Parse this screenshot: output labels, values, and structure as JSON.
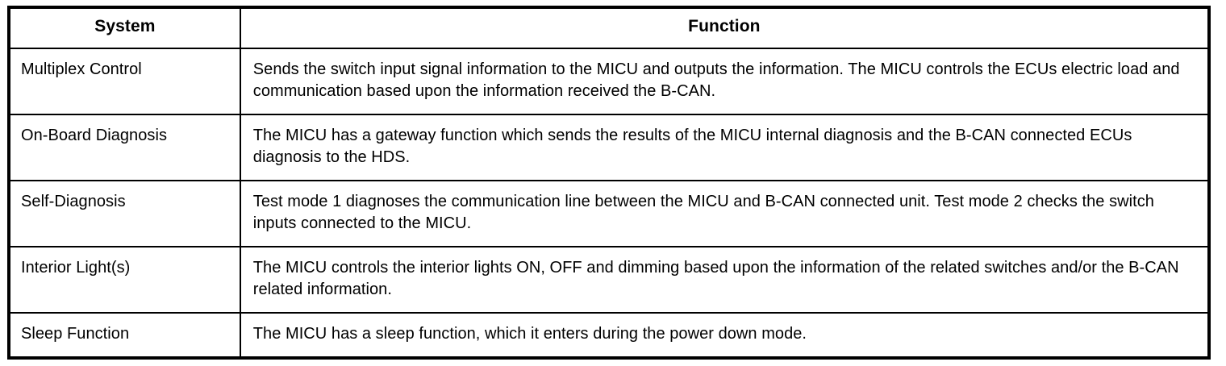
{
  "table": {
    "columns": [
      {
        "key": "system",
        "label": "System",
        "align": "center"
      },
      {
        "key": "function",
        "label": "Function",
        "align": "center"
      }
    ],
    "rows": [
      {
        "system": "Multiplex Control",
        "function": "Sends the switch input signal information to the MICU and outputs the information. The MICU controls the ECUs electric load and communication based upon the information received the B-CAN."
      },
      {
        "system": "On-Board Diagnosis",
        "function": "The MICU has a gateway function which sends the results of the MICU internal diagnosis and the B-CAN connected ECUs diagnosis to the HDS."
      },
      {
        "system": "Self-Diagnosis",
        "function": "Test mode 1 diagnoses the communication line between the MICU and B-CAN connected unit. Test mode 2 checks the switch inputs connected to the MICU."
      },
      {
        "system": "Interior Light(s)",
        "function": "The MICU controls the interior lights ON, OFF and dimming based upon the information of the related switches and/or the B-CAN related information."
      },
      {
        "system": "Sleep Function",
        "function": "The MICU has a sleep function, which it enters during the power down mode."
      }
    ]
  },
  "style": {
    "text_color": "#000000",
    "background_color": "#ffffff",
    "border_color": "#000000"
  }
}
